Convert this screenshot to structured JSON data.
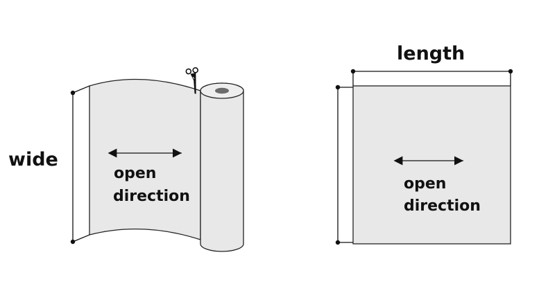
{
  "roll": {
    "dimension_label": "wide",
    "direction_line1": "open",
    "direction_line2": "direction"
  },
  "sheet": {
    "dimension_label": "length",
    "direction_line1": "open",
    "direction_line2": "direction"
  },
  "colors": {
    "fabric": "#e8e8e8",
    "stroke": "#222222",
    "text": "#111111"
  },
  "icons": [
    "scissors-icon",
    "double-arrow-icon"
  ]
}
